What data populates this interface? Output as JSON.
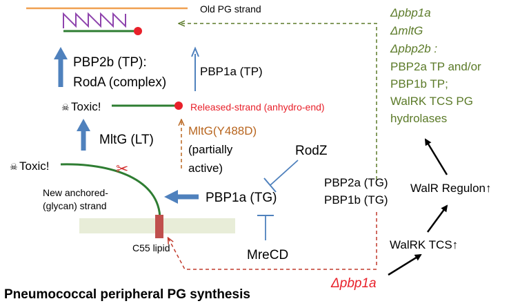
{
  "title": "Pneumococcal peripheral PG synthesis",
  "labels": {
    "old_strand": "Old PG strand",
    "pbp2b_line1": "PBP2b (TP):",
    "pbp2b_line2": "RodA (complex)",
    "pbp1a_tp": "PBP1a (TP)",
    "toxic_top": "Toxic!",
    "released_strand": "Released-strand (anhydro-end)",
    "mltg": "MltG (LT)",
    "mltg_mutant": "MltG(Y488D)",
    "partially_line1": "(partially",
    "partially_line2": "active)",
    "toxic_left": "Toxic!",
    "rodz": "RodZ",
    "new_strand_line1": "New anchored-",
    "new_strand_line2": "(glycan) strand",
    "pbp1a_tg": "PBP1a (TG)",
    "c55": "C55 lipid",
    "mrecd": "MreCD",
    "pbp2a_tg": "PBP2a (TG)",
    "pbp1b_tg": "PBP1b (TG)",
    "walr_regulon": "WalR Regulon↑",
    "walrk_tcs": "WalRK TCS↑",
    "delta_pbp1a": "Δpbp1a"
  },
  "right_panel": [
    "Δpbp1a",
    "ΔmltG",
    "Δpbp2b :",
    "PBP2a TP and/or",
    "PBP1b  TP;",
    "WalRK TCS PG",
    "hydrolases"
  ],
  "colors": {
    "blue_arrow": "#4f81bd",
    "strand_green": "#2e7d32",
    "old_strand_orange": "#f0a050",
    "zigzag_purple": "#8e44ad",
    "red_dot": "#e8202a",
    "red_text": "#e8202a",
    "brown_text": "#b8651e",
    "olive_text": "#5b7a28",
    "membrane": "#e8edd8",
    "lipid": "#c0504d",
    "dashed_red": "#c0392b"
  },
  "icons": [
    "skull-crossbones-icon",
    "scissors-icon"
  ]
}
